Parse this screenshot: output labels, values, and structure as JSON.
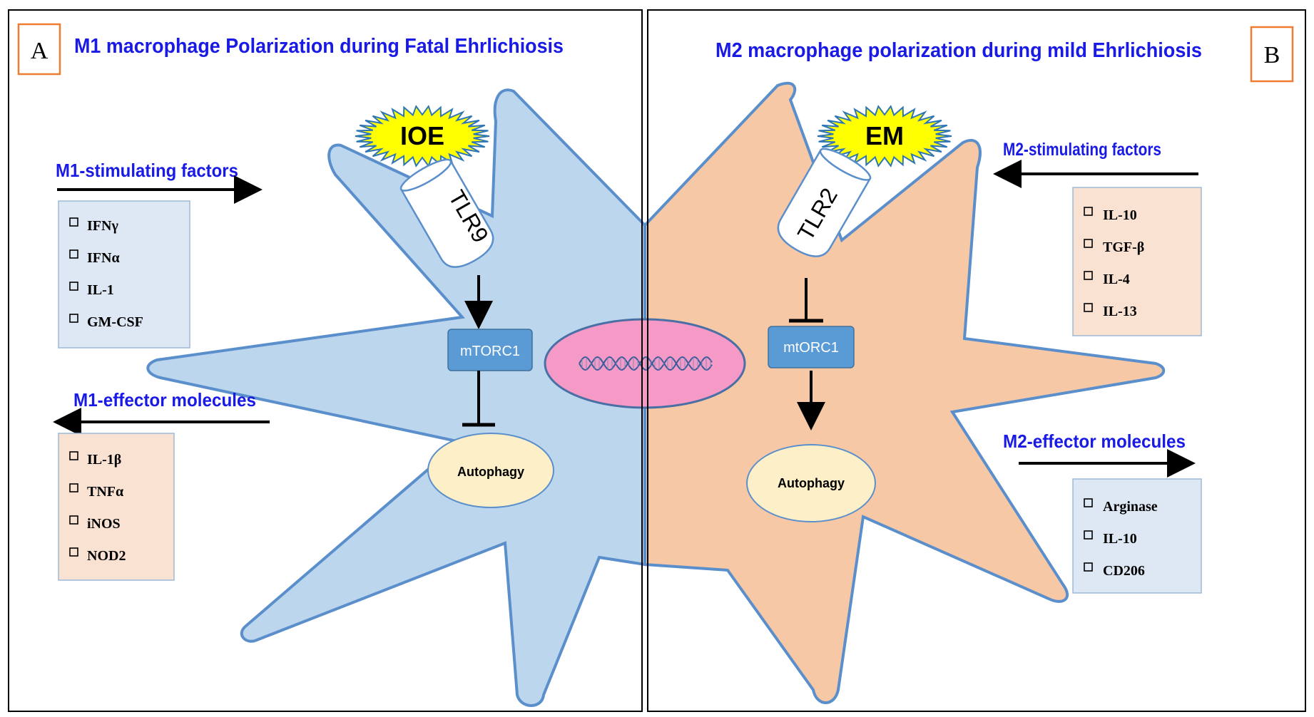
{
  "panel_a": {
    "letter": "A",
    "title": "M1 macrophage Polarization during Fatal Ehrlichiosis",
    "pathogen": "IOE",
    "receptor": "TLR9",
    "complex": "mTORC1",
    "process": "Autophagy",
    "stimulating": {
      "heading": "M1-stimulating factors",
      "items": [
        "IFNγ",
        "IFNα",
        "IL-1",
        "GM-CSF"
      ]
    },
    "effectors": {
      "heading": "M1-effector molecules",
      "items": [
        "IL-1β",
        "TNFα",
        "iNOS",
        "NOD2"
      ]
    }
  },
  "panel_b": {
    "letter": "B",
    "title": "M2 macrophage polarization during mild Ehrlichiosis",
    "pathogen": "EM",
    "receptor": "TLR2",
    "complex": "mtORC1",
    "process": "Autophagy",
    "stimulating": {
      "heading": "M2-stimulating factors",
      "items": [
        "IL-10",
        "TGF-β",
        "IL-4",
        "IL-13"
      ]
    },
    "effectors": {
      "heading": "M2-effector molecules",
      "items": [
        "Arginase",
        "IL-10",
        "CD206"
      ]
    }
  },
  "colors": {
    "title_blue": "#1a1ae6",
    "cell_m1": "#bcd6ee",
    "cell_m2": "#f6c8a6",
    "cell_outline": "#5b8fcb",
    "nucleus": "#f59ac7",
    "node_blue": "#5b9bd5",
    "autophagy": "#fdf0c8",
    "burst": "#ffff00",
    "box_blue": "#dde8f4",
    "box_peach": "#f9e2d2",
    "letter_box": "#ed7d31"
  }
}
